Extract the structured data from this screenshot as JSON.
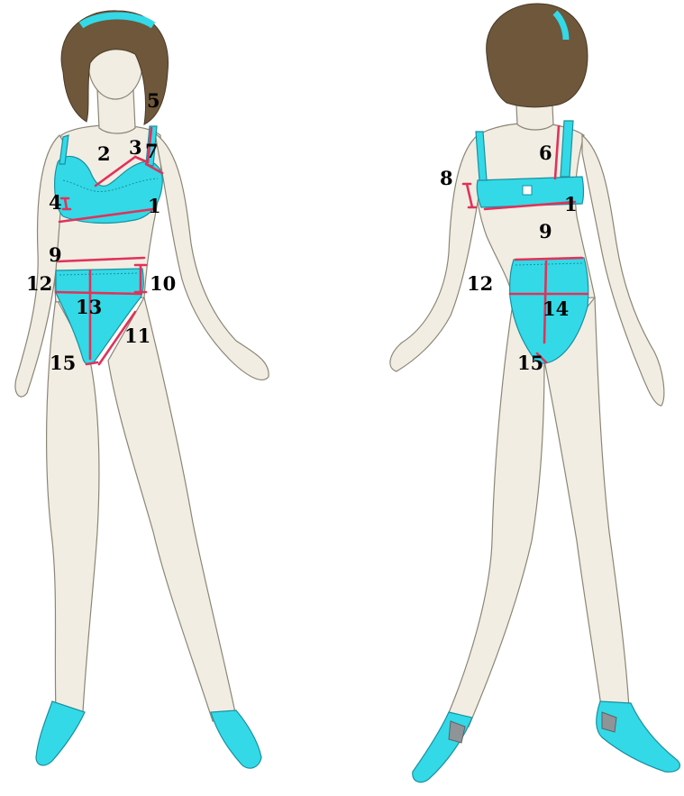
{
  "figures": [
    {
      "view": "front",
      "labels": [
        {
          "id": "lbl-front-5",
          "text": "5"
        },
        {
          "id": "lbl-front-2",
          "text": "2"
        },
        {
          "id": "lbl-front-3",
          "text": "3"
        },
        {
          "id": "lbl-front-7",
          "text": "7"
        },
        {
          "id": "lbl-front-4",
          "text": "4"
        },
        {
          "id": "lbl-front-1",
          "text": "1"
        },
        {
          "id": "lbl-front-9",
          "text": "9"
        },
        {
          "id": "lbl-front-12",
          "text": "12"
        },
        {
          "id": "lbl-front-10",
          "text": "10"
        },
        {
          "id": "lbl-front-13",
          "text": "13"
        },
        {
          "id": "lbl-front-11",
          "text": "11"
        },
        {
          "id": "lbl-front-15",
          "text": "15"
        }
      ]
    },
    {
      "view": "back",
      "labels": [
        {
          "id": "lbl-back-6",
          "text": "6"
        },
        {
          "id": "lbl-back-8",
          "text": "8"
        },
        {
          "id": "lbl-back-1",
          "text": "1"
        },
        {
          "id": "lbl-back-9",
          "text": "9"
        },
        {
          "id": "lbl-back-12",
          "text": "12"
        },
        {
          "id": "lbl-back-14",
          "text": "14"
        },
        {
          "id": "lbl-back-15",
          "text": "15"
        }
      ]
    }
  ],
  "colors": {
    "garment": "#33d9e6",
    "measurement_line": "#e0325a",
    "hair": "#6e573b",
    "skin": "#f1ede2"
  }
}
